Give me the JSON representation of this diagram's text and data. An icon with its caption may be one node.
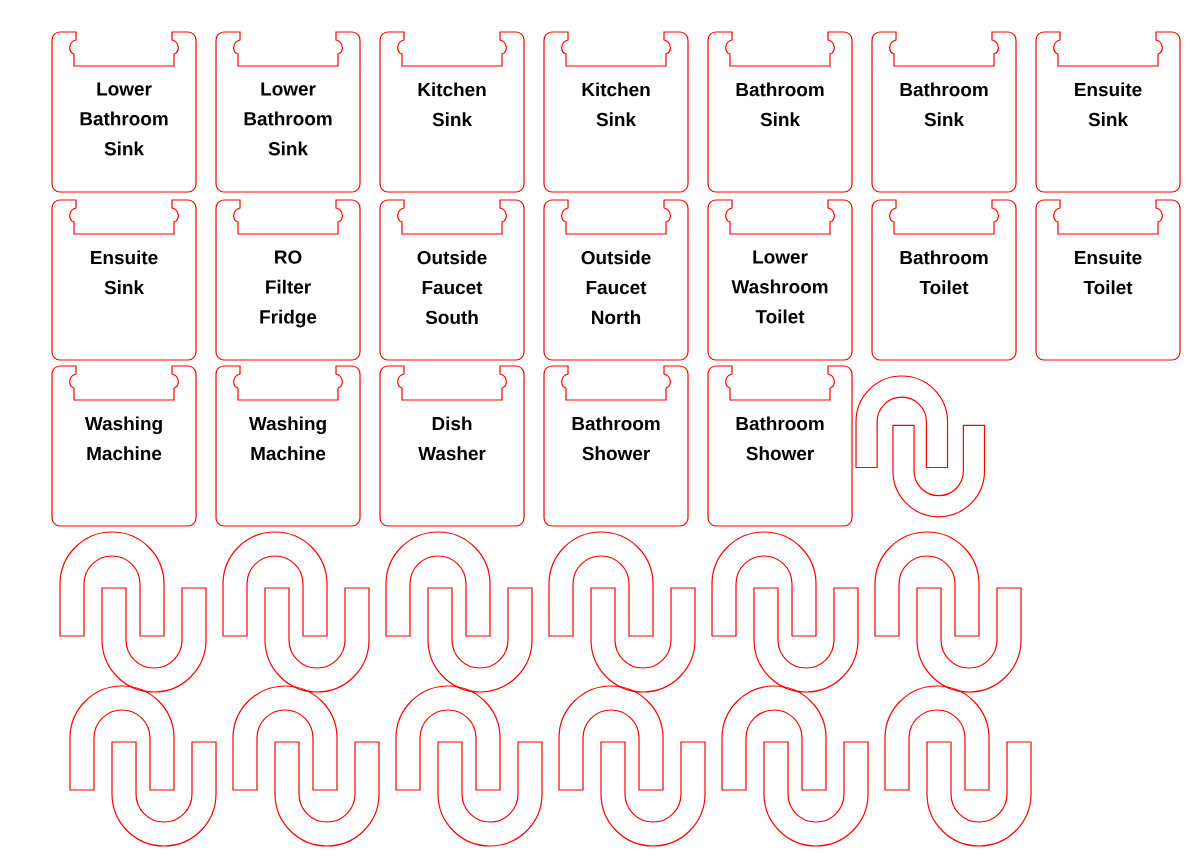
{
  "diagram": {
    "nodes": [
      {
        "text": [
          "Lower Bathroom Sink"
        ]
      },
      {
        "text": [
          "Lower Bathroom Sink"
        ]
      },
      {
        "text": [
          "Kitchen Sink"
        ]
      },
      {
        "text": [
          "Kitchen Sink"
        ]
      },
      {
        "text": [
          "Bathroom Sink"
        ]
      },
      {
        "text": [
          "Bathroom Sink"
        ]
      },
      {
        "text": [
          "Ensuite Sink"
        ]
      },
      {
        "text": [
          "Ensuite Sink"
        ]
      },
      {
        "text": [
          "RO Filter Fridge"
        ]
      },
      {
        "text": [
          "Outside Faucet South"
        ]
      },
      {
        "text": [
          "Outside Faucet North"
        ]
      },
      {
        "text": [
          "Lower Washroom Toilet"
        ]
      },
      {
        "text": [
          "Bathroom Toilet"
        ]
      },
      {
        "text": [
          "Ensuite Toilet"
        ]
      },
      {
        "text": [
          "Washing Machine"
        ]
      },
      {
        "text": [
          "Washing Machine"
        ]
      },
      {
        "text": [
          "Dish Washer"
        ]
      },
      {
        "text": [
          "Bathroom Shower"
        ]
      },
      {
        "text": [
          "Bathroom Shower"
        ]
      }
    ]
  }
}
